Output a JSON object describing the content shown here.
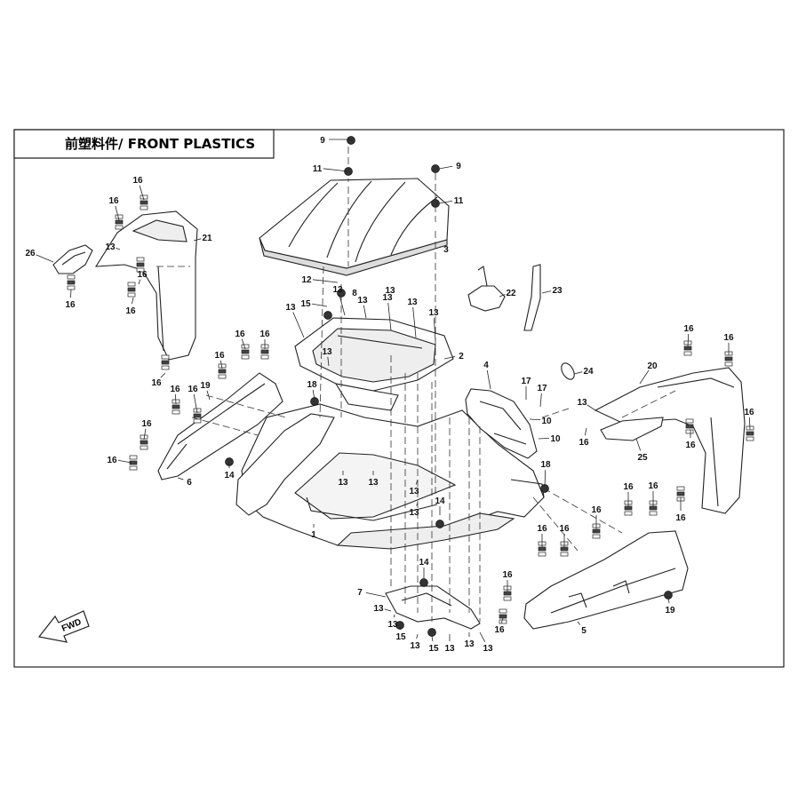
{
  "title": "前塑料件/ FRONT PLASTICS",
  "fwd_label": "FWD",
  "callouts": {
    "c1": "1",
    "c2": "2",
    "c3": "3",
    "c4": "4",
    "c5": "5",
    "c6": "6",
    "c7": "7",
    "c8": "8",
    "c9": "9",
    "c10": "10",
    "c11": "11",
    "c12": "12",
    "c13": "13",
    "c14": "14",
    "c15": "15",
    "c16": "16",
    "c17": "17",
    "c18": "18",
    "c19": "19",
    "c20": "20",
    "c21": "21",
    "c22": "22",
    "c23": "23",
    "c24": "24",
    "c25": "25",
    "c26": "26"
  }
}
